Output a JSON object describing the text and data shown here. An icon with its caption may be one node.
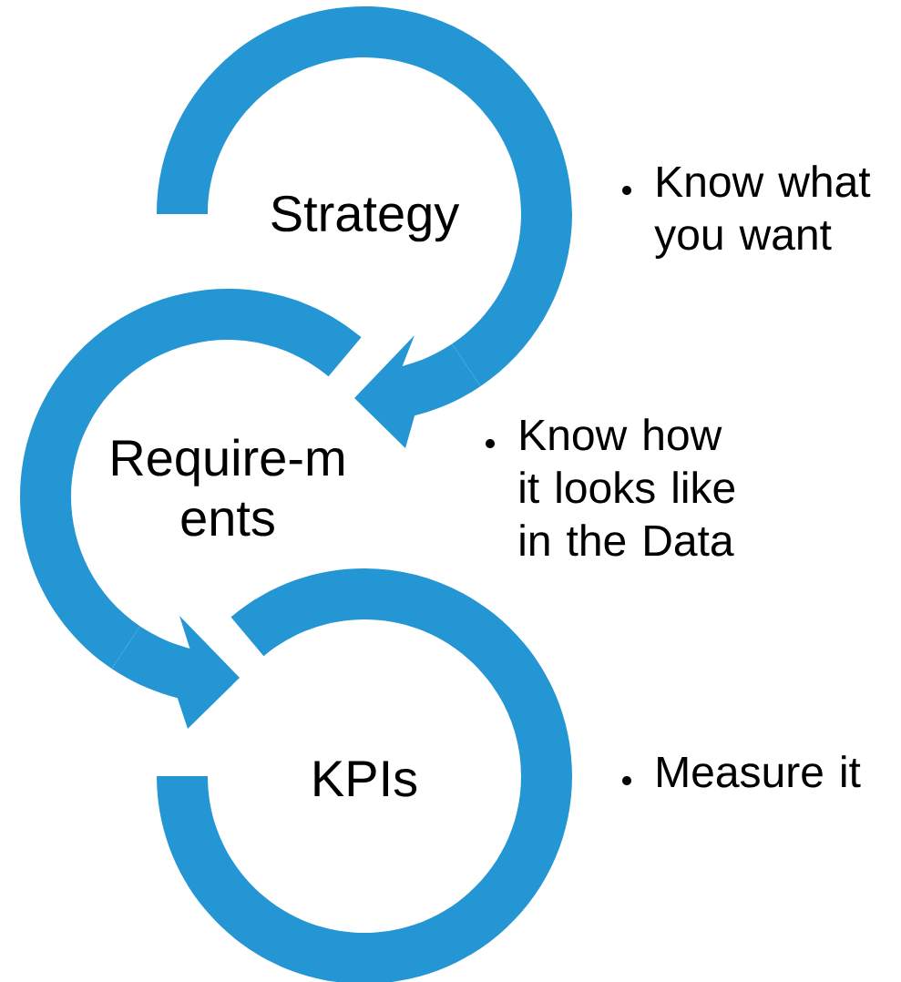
{
  "diagram": {
    "nodes": [
      {
        "text": [
          "Strategy"
        ]
      },
      {
        "text": [
          "Require-m ents"
        ]
      },
      {
        "text": [
          "KPIs"
        ]
      }
    ],
    "edges": [
      {
        "from": 0,
        "to": 1,
        "arrow": "to"
      },
      {
        "from": 1,
        "to": 2,
        "arrow": "to"
      }
    ],
    "labels": [
      "Know what you want",
      "Know how it looks like in the Data",
      "Measure it"
    ]
  }
}
